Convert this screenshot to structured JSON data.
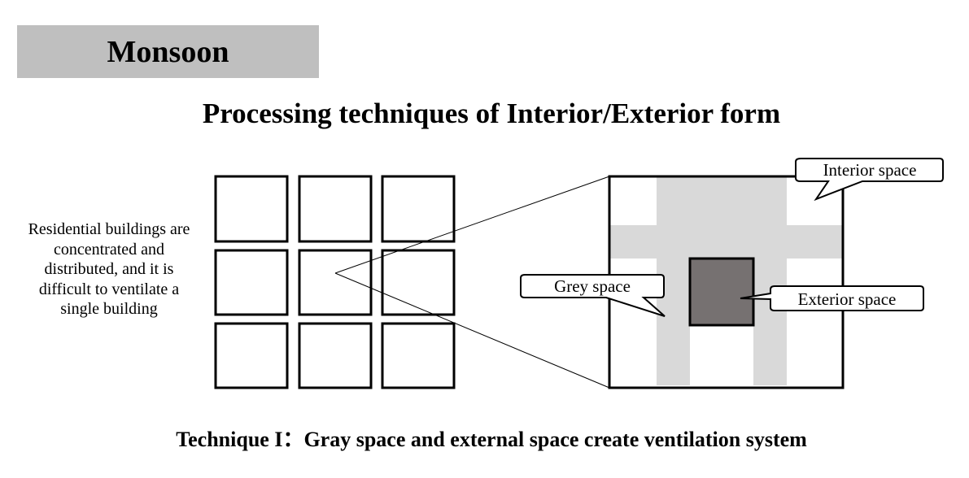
{
  "header": {
    "title": "Monsoon"
  },
  "diagram": {
    "title": "Processing techniques of Interior/Exterior form",
    "note": "Residential buildings are concentrated and distributed, and it is difficult to ventilate a single building",
    "labels": {
      "interior": "Interior space",
      "grey": "Grey space",
      "exterior": "Exterior space"
    },
    "caption": "Technique I：Gray space and external space create ventilation system",
    "colors": {
      "header_bg": "#bfbfbf",
      "grey_space": "#d9d9d9",
      "exterior_space": "#767171"
    }
  }
}
